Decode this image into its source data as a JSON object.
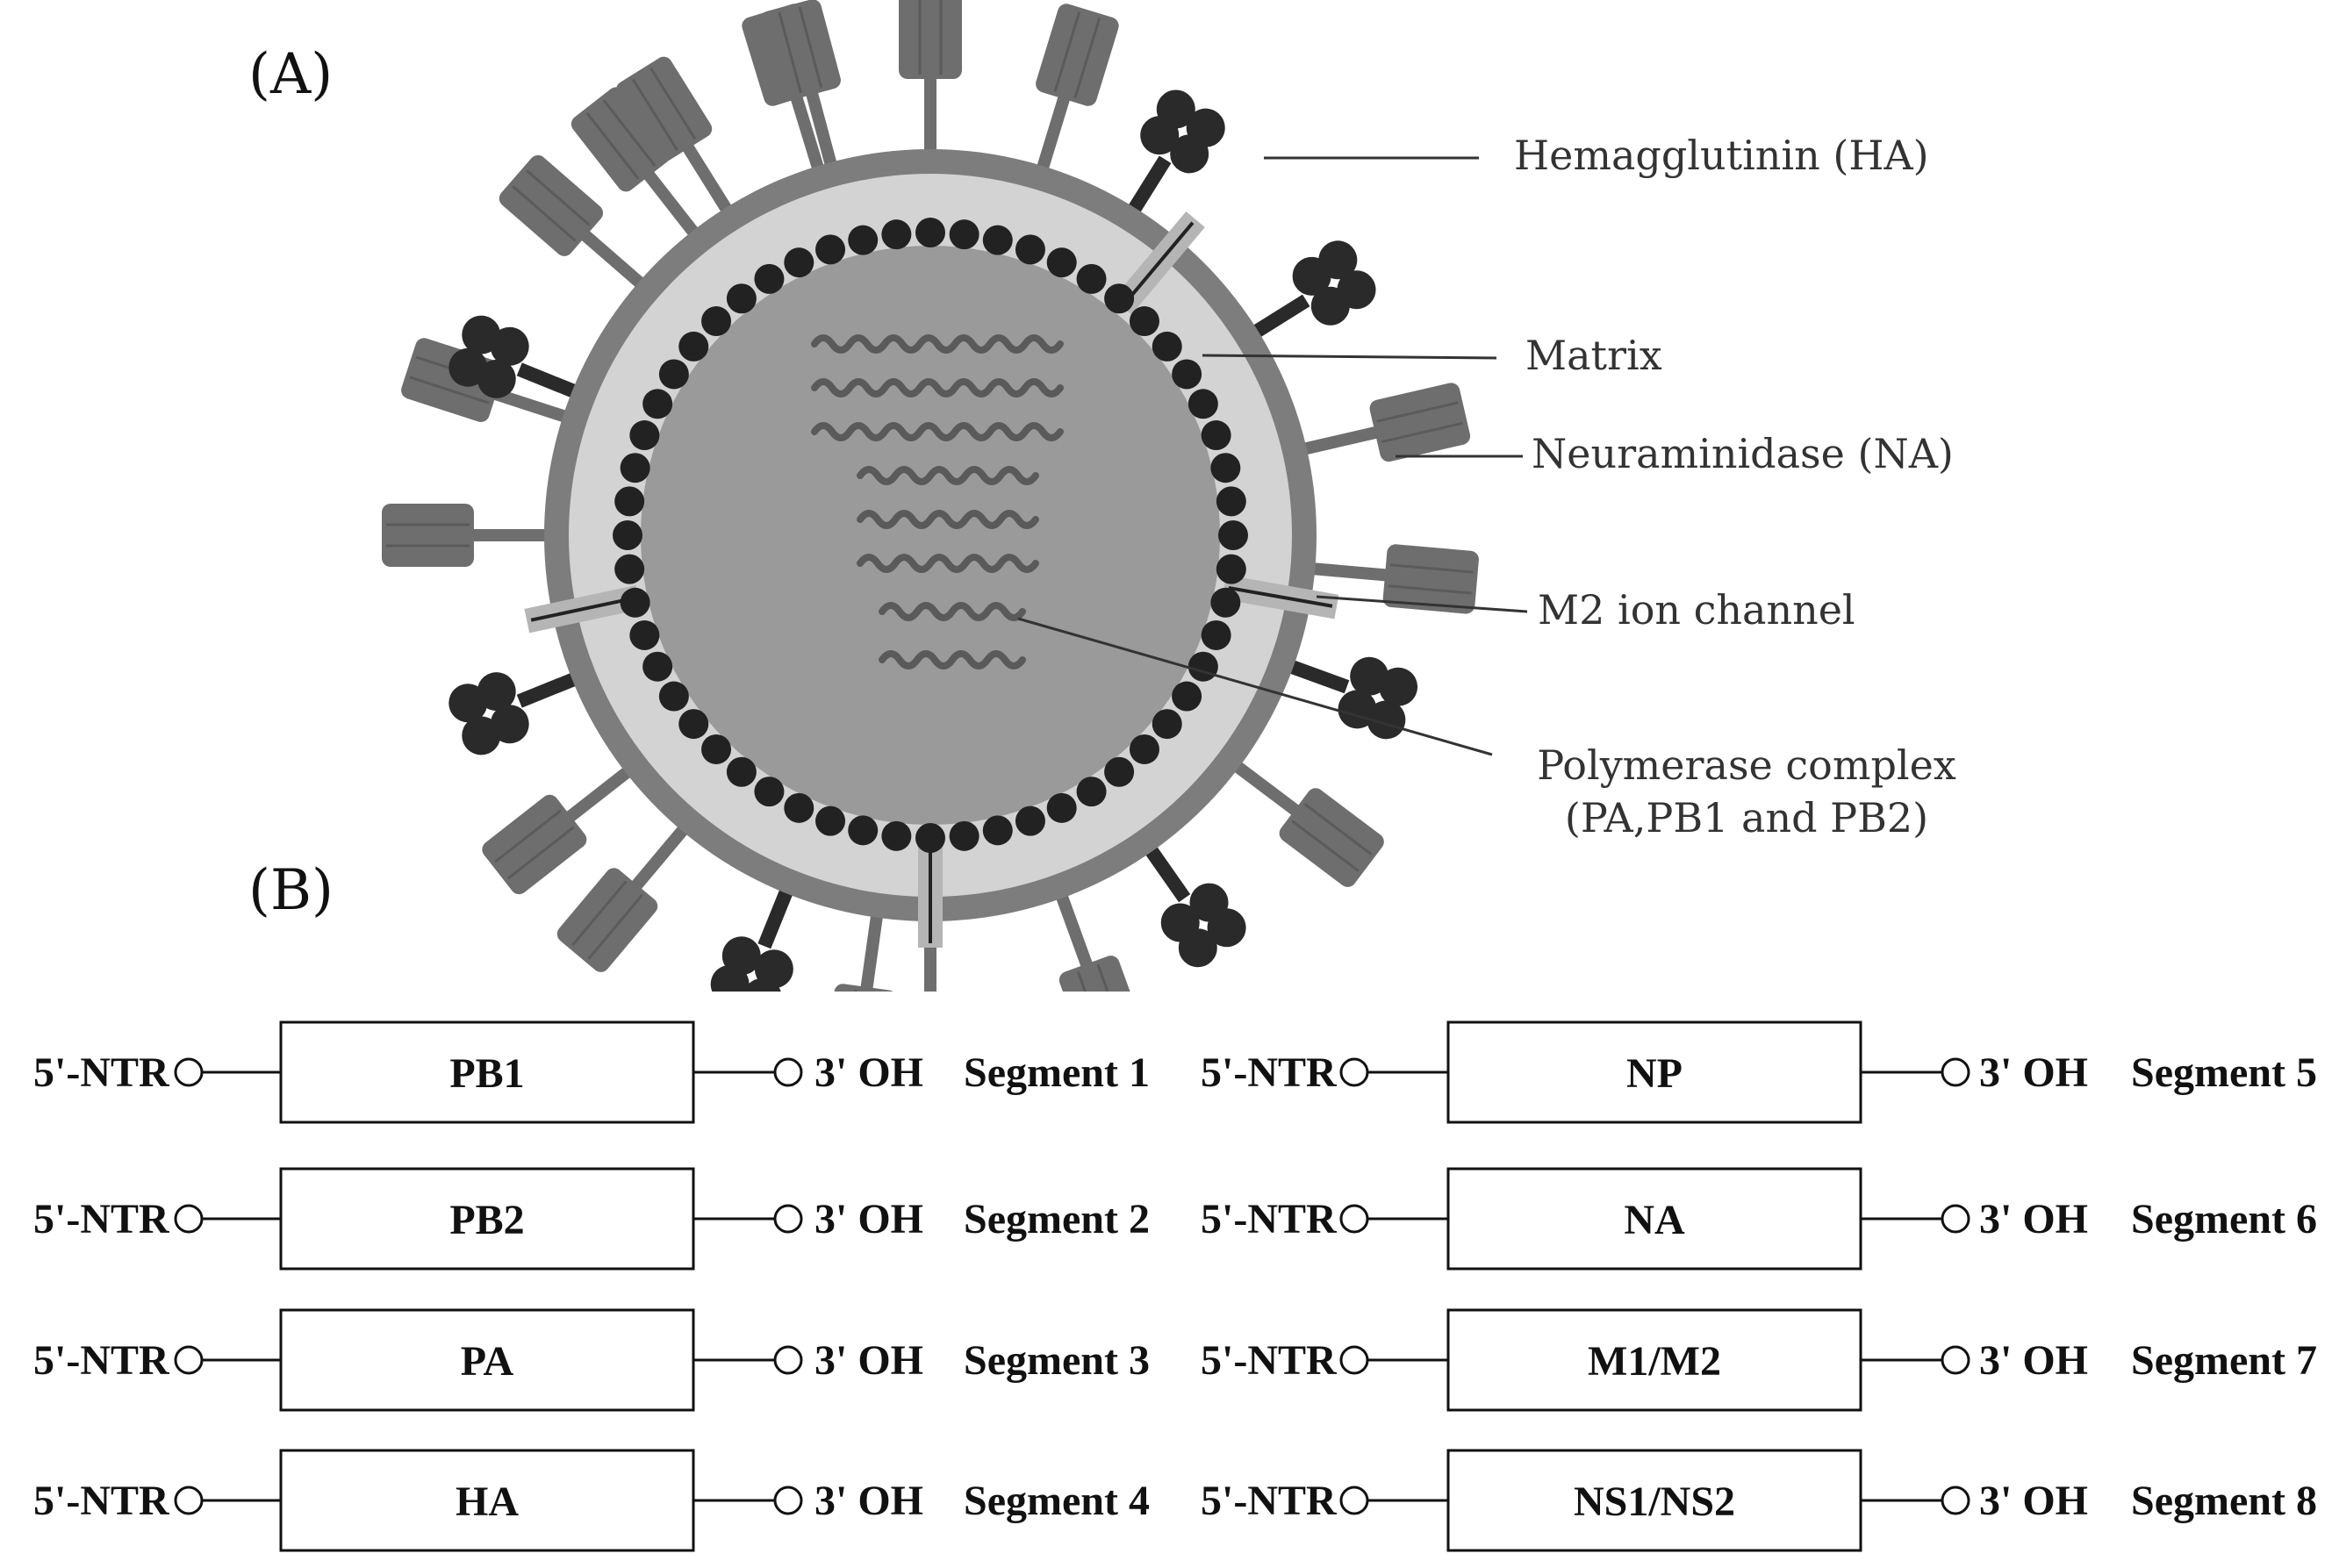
{
  "panel_a": {
    "label": "(A)",
    "callouts": {
      "ha": "Hemagglutinin (HA)",
      "matrix": "Matrix",
      "na": "Neuraminidase (NA)",
      "m2": "M2 ion channel",
      "polymerase_line1": "Polymerase complex",
      "polymerase_line2": "(PA,PB1 and PB2)"
    }
  },
  "panel_b": {
    "label": "(B)",
    "five_prime": "5'-NTR",
    "three_prime": "3' OH",
    "segments": [
      {
        "gene": "PB1",
        "label": "Segment 1"
      },
      {
        "gene": "PB2",
        "label": "Segment 2"
      },
      {
        "gene": "PA",
        "label": "Segment 3"
      },
      {
        "gene": "HA",
        "label": "Segment 4"
      },
      {
        "gene": "NP",
        "label": "Segment 5"
      },
      {
        "gene": "NA",
        "label": "Segment 6"
      },
      {
        "gene": "M1/M2",
        "label": "Segment 7"
      },
      {
        "gene": "NS1/NS2",
        "label": "Segment 8"
      }
    ]
  },
  "colors": {
    "envelope": "#7d7d7d",
    "membrane_inner": "#d3d3d3",
    "core": "#9a9a9a",
    "matrix_beads": "#222222",
    "rna": "#5a5a5a",
    "ha_spike": "#6e6e6e",
    "na_spike": "#2a2a2a",
    "m2_channel": "#b5b5b5"
  }
}
